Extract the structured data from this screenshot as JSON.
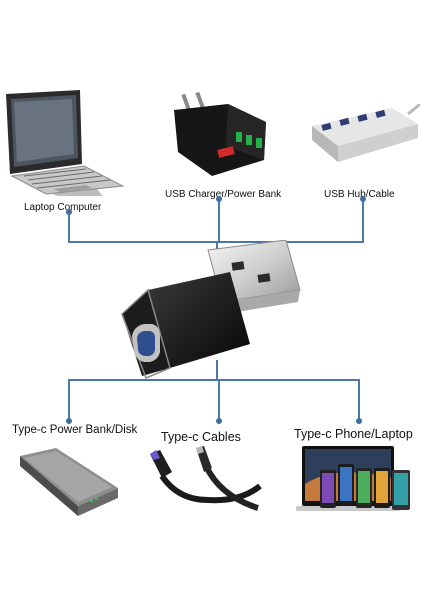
{
  "devices_top": [
    {
      "label": "Laptop Computer",
      "icon": "laptop-icon"
    },
    {
      "label": "USB Charger/Power Bank",
      "icon": "usb-charger-icon"
    },
    {
      "label": "USB Hub/Cable",
      "icon": "usb-hub-icon"
    }
  ],
  "devices_bottom": [
    {
      "label": "Type-c Power Bank/Disk",
      "icon": "power-bank-icon"
    },
    {
      "label": "Type-c Cables",
      "icon": "usb-c-cable-icon"
    },
    {
      "label": "Type-c Phone/Laptop",
      "icon": "phone-laptop-icon"
    }
  ],
  "center_product": {
    "icon": "usb-a-to-usb-c-adapter-icon"
  },
  "colors": {
    "connector_line": "#4a79a8",
    "background": "#ffffff"
  }
}
